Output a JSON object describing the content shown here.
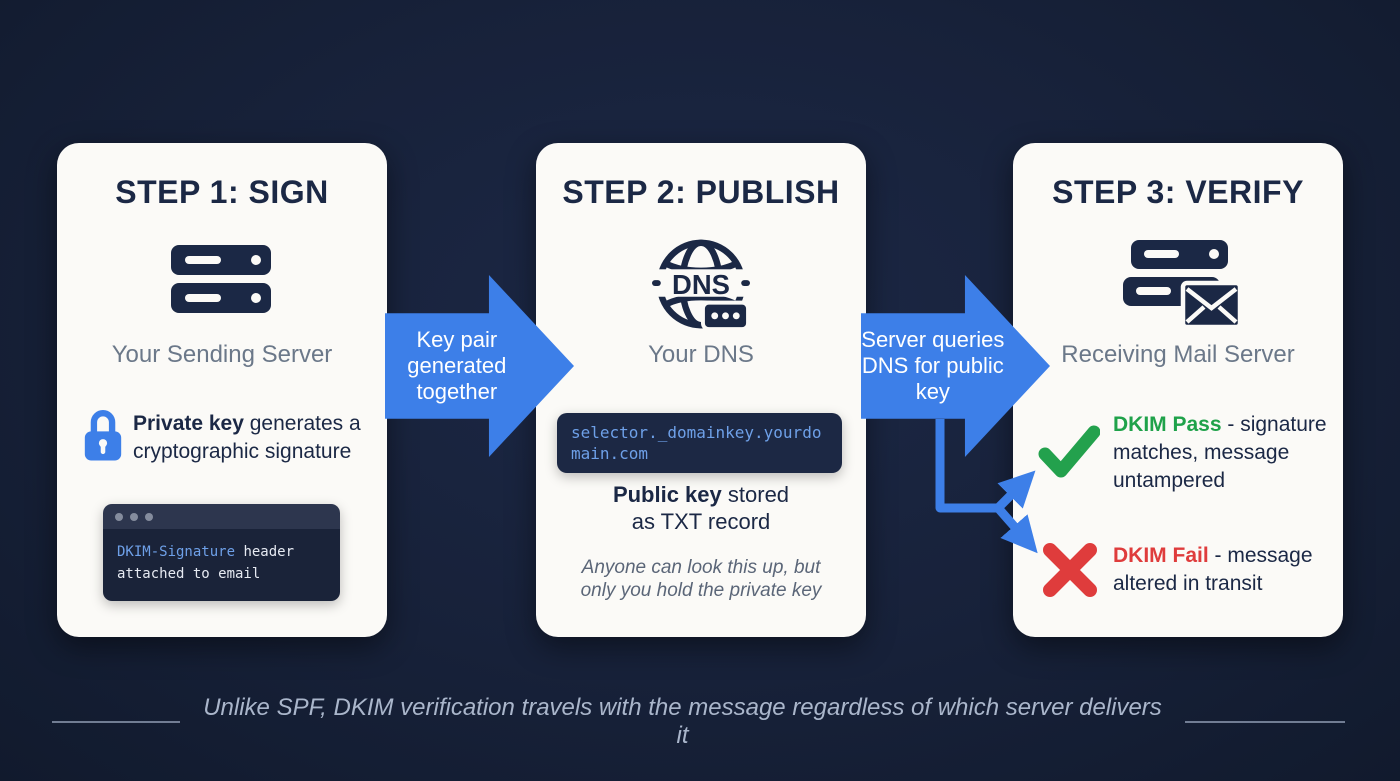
{
  "colors": {
    "background": "#172139",
    "card": "#fbfaf7",
    "navy": "#1b2845",
    "muted_gray": "#6b7889",
    "accent_blue": "#3d7fe8",
    "pass_green": "#1fa24a",
    "fail_red": "#df3c3c",
    "code_bg": "#1c2844",
    "code_blue": "#6ea0e8",
    "footer_text": "#aab6cb"
  },
  "cards": [
    {
      "title": "STEP 1: SIGN",
      "icon": "server-icon",
      "label": "Your Sending Server",
      "detail_bold": "Private key",
      "detail_rest": " generates a cryptographic signature",
      "terminal_code": "DKIM-Signature",
      "terminal_rest": " header attached to email"
    },
    {
      "title": "STEP 2: PUBLISH",
      "icon": "dns-globe-icon",
      "icon_text": "DNS",
      "label": "Your DNS",
      "code": "selector._domainkey.yourdomain.com",
      "detail_bold": "Public key",
      "detail_rest": " stored as TXT record",
      "note": "Anyone can look this up, but only you hold the private key"
    },
    {
      "title": "STEP 3: VERIFY",
      "icon": "mail-server-icon",
      "label": "Receiving Mail Server",
      "pass_bold": "DKIM Pass",
      "pass_rest": " - signature matches, message untampered",
      "fail_bold": "DKIM Fail",
      "fail_rest": " - message altered in transit"
    }
  ],
  "arrows": [
    {
      "label": "Key pair generated together"
    },
    {
      "label": "Server queries DNS for public key"
    }
  ],
  "footer": {
    "text": "Unlike SPF, DKIM verification travels with the message regardless of which server delivers it"
  }
}
